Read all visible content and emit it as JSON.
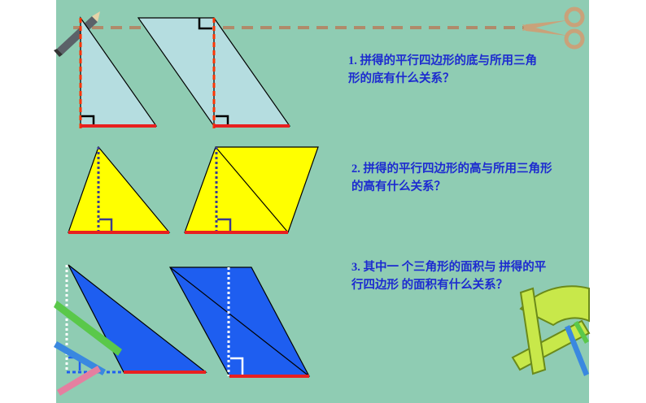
{
  "questions": [
    {
      "lines": [
        "1. 拼得的平行四边形的底与所用三角",
        "形的底有什么关系？"
      ]
    },
    {
      "lines": [
        "2. 拼得的平行四边形的高与所用三角形",
        "的高有什么关系？"
      ]
    },
    {
      "lines": [
        "3. 其中一 个三角形的面积与 拼得的平",
        "行四边形 的面积有什么关系？"
      ]
    }
  ],
  "colors": {
    "board": "#8fccb3",
    "light_blue_shape": "#b5dde0",
    "yellow_shape": "#ffff00",
    "blue_shape": "#1e5ef0",
    "base_line": "#e82020",
    "text": "#1d2bd0"
  },
  "decorations": [
    "scissors-icon",
    "pencil-icon",
    "protractor-icon",
    "ruler-icon"
  ]
}
